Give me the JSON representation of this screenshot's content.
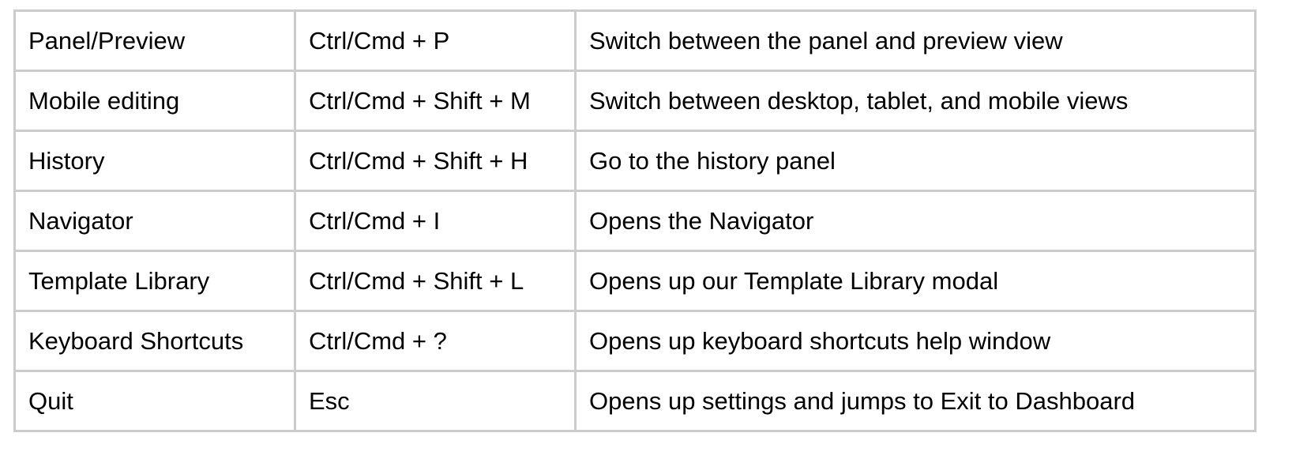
{
  "table": {
    "rows": [
      {
        "feature": "Panel/Preview",
        "shortcut": "Ctrl/Cmd + P",
        "description": "Switch between the panel and preview view"
      },
      {
        "feature": "Mobile editing",
        "shortcut": "Ctrl/Cmd + Shift + M",
        "description": "Switch between desktop, tablet, and mobile views"
      },
      {
        "feature": "History",
        "shortcut": "Ctrl/Cmd + Shift + H",
        "description": "Go to the history panel"
      },
      {
        "feature": "Navigator",
        "shortcut": "Ctrl/Cmd + I",
        "description": "Opens the Navigator"
      },
      {
        "feature": "Template Library",
        "shortcut": "Ctrl/Cmd + Shift + L",
        "description": "Opens up our Template Library modal"
      },
      {
        "feature": "Keyboard Shortcuts",
        "shortcut": "Ctrl/Cmd + ?",
        "description": "Opens up keyboard shortcuts help window"
      },
      {
        "feature": "Quit",
        "shortcut": "Esc",
        "description": "Opens up settings and jumps to Exit to Dashboard"
      }
    ]
  }
}
